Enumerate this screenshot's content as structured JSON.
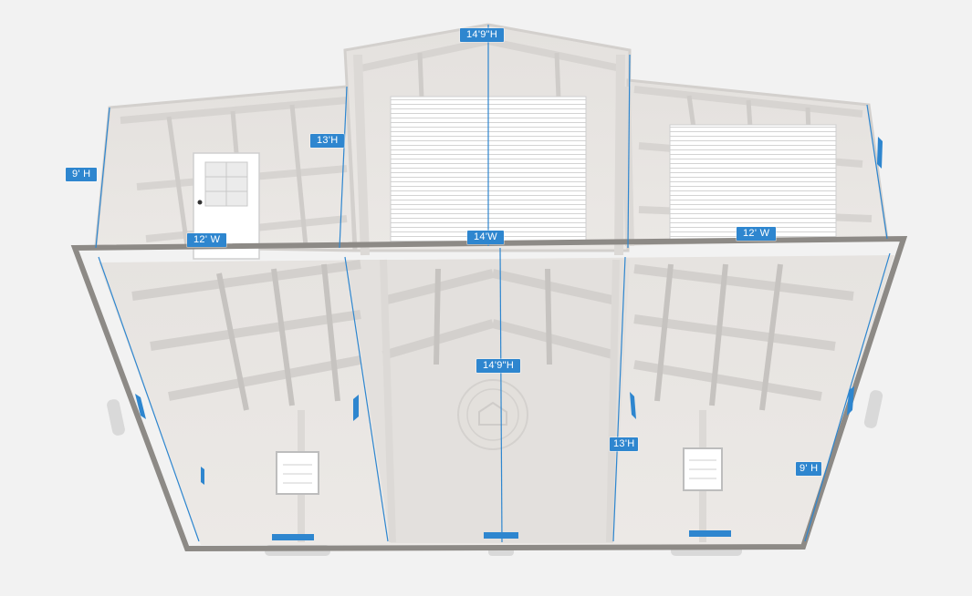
{
  "colors": {
    "background": "#f2f2f2",
    "frame": "#8d8a86",
    "dimension_blue": "#2e86cf",
    "panel_white": "#ffffff",
    "truss": "#d9d9d9"
  },
  "dimensions": {
    "top_height": "14'9\"H",
    "left_wall_height": "9' H",
    "center_wall_height": "13'H",
    "left_width": "12' W",
    "center_width": "14'W",
    "right_width": "12' W",
    "inner_height": "14'9\"H",
    "lower_center_height": "13'H",
    "right_wall_height": "9' H"
  },
  "scene": {
    "description_icon": "building-3d-model",
    "floor_emblem_icon": "floor-logo-seal-icon"
  }
}
